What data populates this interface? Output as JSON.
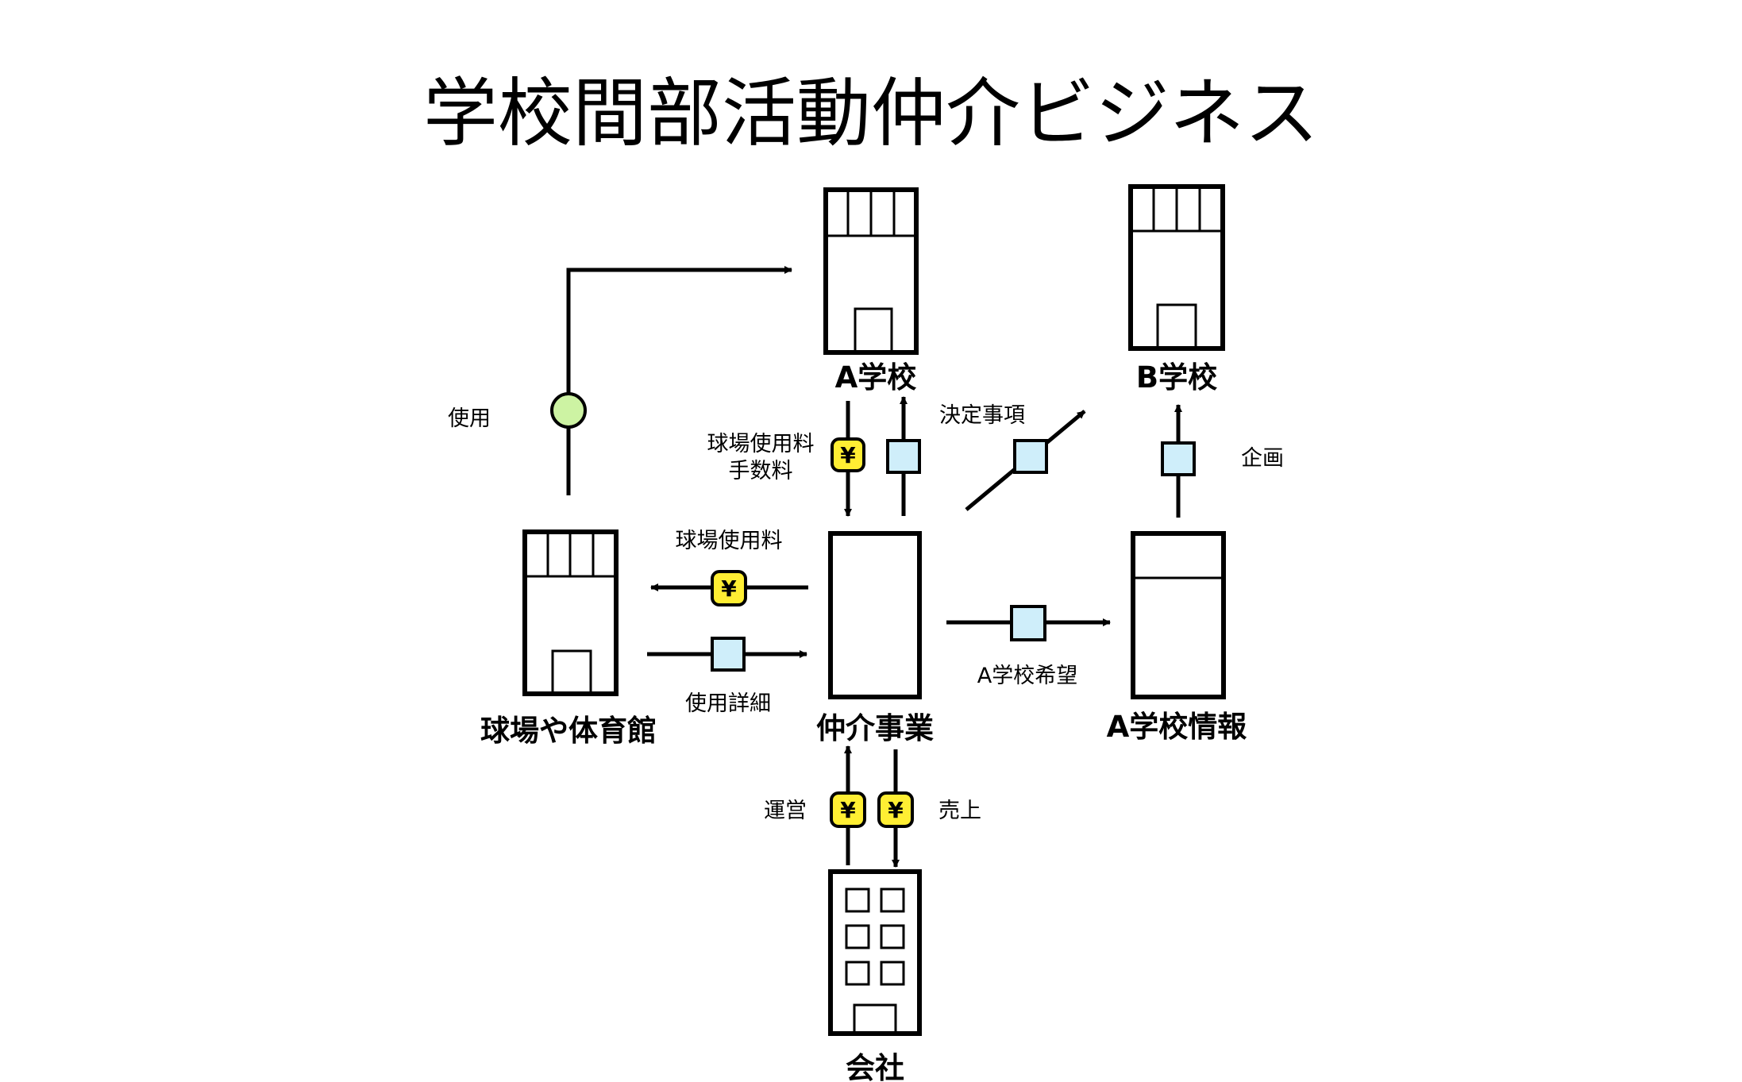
{
  "title": "学校間部活動仲介ビジネス",
  "nodes": {
    "school_a": "A学校",
    "school_b": "B学校",
    "venue": "球場や体育館",
    "broker": "仲介事業",
    "a_school_info": "A学校情報",
    "company": "会社"
  },
  "labels": {
    "use": "使用",
    "venue_fee_line1": "球場使用料",
    "venue_fee_line2": "手数料",
    "decision": "決定事項",
    "plan": "企画",
    "venue_fee": "球場使用料",
    "usage_details": "使用詳細",
    "a_school_request": "A学校希望",
    "operation": "運営",
    "sales": "売上"
  },
  "yen_symbol": "¥",
  "colors": {
    "yen_badge": "#ffee33",
    "info_square": "#cfeefa",
    "use_circle": "#cdf3a3",
    "info_fill": "#cfeefa",
    "line": "#000000"
  }
}
